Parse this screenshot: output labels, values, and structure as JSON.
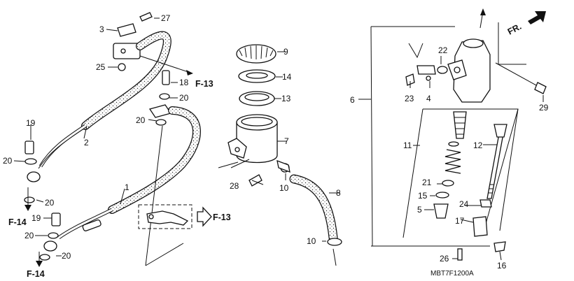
{
  "diagram_code": "MBT7F1200A",
  "direction_label": "FR.",
  "refs": {
    "f13_top": "F-13",
    "f13_box": "F-13",
    "f14_upper": "F-14",
    "f14_lower": "F-14"
  },
  "callouts": [
    {
      "id": "c27",
      "text": "27"
    },
    {
      "id": "c3",
      "text": "3"
    },
    {
      "id": "c25",
      "text": "25"
    },
    {
      "id": "c18",
      "text": "18"
    },
    {
      "id": "c20a",
      "text": "20"
    },
    {
      "id": "c20b",
      "text": "20"
    },
    {
      "id": "c19a",
      "text": "19"
    },
    {
      "id": "c2",
      "text": "2"
    },
    {
      "id": "c20c",
      "text": "20"
    },
    {
      "id": "c20d",
      "text": "20"
    },
    {
      "id": "c1",
      "text": "1"
    },
    {
      "id": "c19b",
      "text": "19"
    },
    {
      "id": "c20e",
      "text": "20"
    },
    {
      "id": "c20f",
      "text": "20"
    },
    {
      "id": "c9",
      "text": "9"
    },
    {
      "id": "c14",
      "text": "14"
    },
    {
      "id": "c13",
      "text": "13"
    },
    {
      "id": "c7",
      "text": "7"
    },
    {
      "id": "c28",
      "text": "28"
    },
    {
      "id": "c10a",
      "text": "10"
    },
    {
      "id": "c8",
      "text": "8"
    },
    {
      "id": "c10b",
      "text": "10"
    },
    {
      "id": "c22",
      "text": "22"
    },
    {
      "id": "c23",
      "text": "23"
    },
    {
      "id": "c4",
      "text": "4"
    },
    {
      "id": "c6",
      "text": "6"
    },
    {
      "id": "c29",
      "text": "29"
    },
    {
      "id": "c11",
      "text": "11"
    },
    {
      "id": "c12",
      "text": "12"
    },
    {
      "id": "c21",
      "text": "21"
    },
    {
      "id": "c15",
      "text": "15"
    },
    {
      "id": "c5",
      "text": "5"
    },
    {
      "id": "c24",
      "text": "24"
    },
    {
      "id": "c17",
      "text": "17"
    },
    {
      "id": "c26",
      "text": "26"
    },
    {
      "id": "c16",
      "text": "16"
    }
  ]
}
